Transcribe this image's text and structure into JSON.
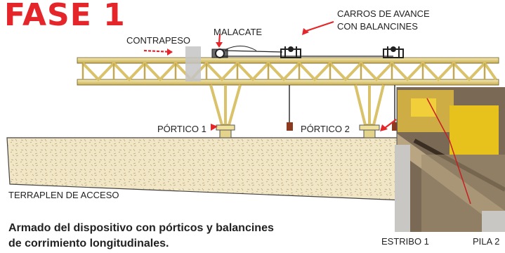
{
  "title": "FASE 1",
  "labels": {
    "contrapeso": "CONTRAPESO",
    "malacate": "MALACATE",
    "carros_line1": "CARROS DE AVANCE",
    "carros_line2": "CON BALANCINES",
    "portico1": "PÓRTICO 1",
    "portico2": "PÓRTICO 2",
    "terraplen": "TERRAPLEN DE ACCESO",
    "estribo": "ESTRIBO 1",
    "pila": "PILA 2"
  },
  "caption": {
    "line1": "Armado del dispositivo con pórticos y balancines",
    "line2": "de corrimiento longitudinales."
  },
  "colors": {
    "title": "#e4262a",
    "arrow": "#e4262a",
    "truss": "#d9c26a",
    "truss_light": "#f3e7a8",
    "ground": "#efe3c2",
    "photo_concrete": "#c9c7c3"
  }
}
